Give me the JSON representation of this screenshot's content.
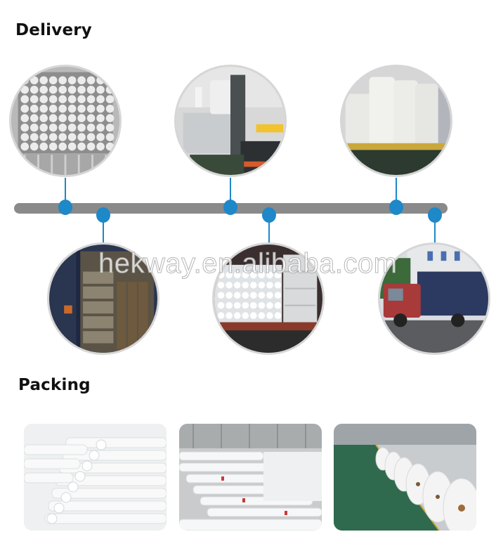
{
  "sections": {
    "delivery": {
      "title": "Delivery"
    },
    "packing": {
      "title": "Packing"
    }
  },
  "watermark": "hekway.en.alibaba.com",
  "colors": {
    "accent_blue": "#1e88c8",
    "timeline_bar": "#8a8a8a",
    "circle_border": "#d6d6d6"
  },
  "timeline": {
    "top_photos": [
      {
        "label": "Container loaded with rolls"
      },
      {
        "label": "Forklift loading rolls onto truck"
      },
      {
        "label": "Large rolls stacked on truck"
      }
    ],
    "bottom_photos": [
      {
        "label": "Container with wrapped rolls"
      },
      {
        "label": "Container loading of white rolls"
      },
      {
        "label": "Container truck departing"
      }
    ]
  },
  "packing_photos": [
    {
      "label": "Wrapped rolls stacked in warehouse"
    },
    {
      "label": "White rolls stacked in warehouse"
    },
    {
      "label": "Jumbo rolls on warehouse floor"
    }
  ]
}
